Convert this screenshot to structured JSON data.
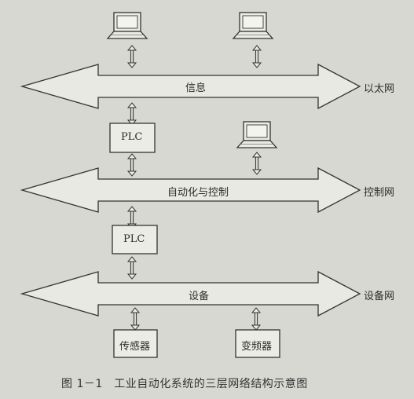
{
  "layers": {
    "ethernet": {
      "bus_label": "信息",
      "net_label": "以太网"
    },
    "control": {
      "bus_label": "自动化与控制",
      "net_label": "控制网"
    },
    "device": {
      "bus_label": "设备",
      "net_label": "设备网"
    }
  },
  "nodes": {
    "plc_upper": "PLC",
    "plc_lower": "PLC",
    "sensor": "传感器",
    "inverter": "变频器"
  },
  "caption": "图 1－1　工业自动化系统的三层网络结构示意图"
}
